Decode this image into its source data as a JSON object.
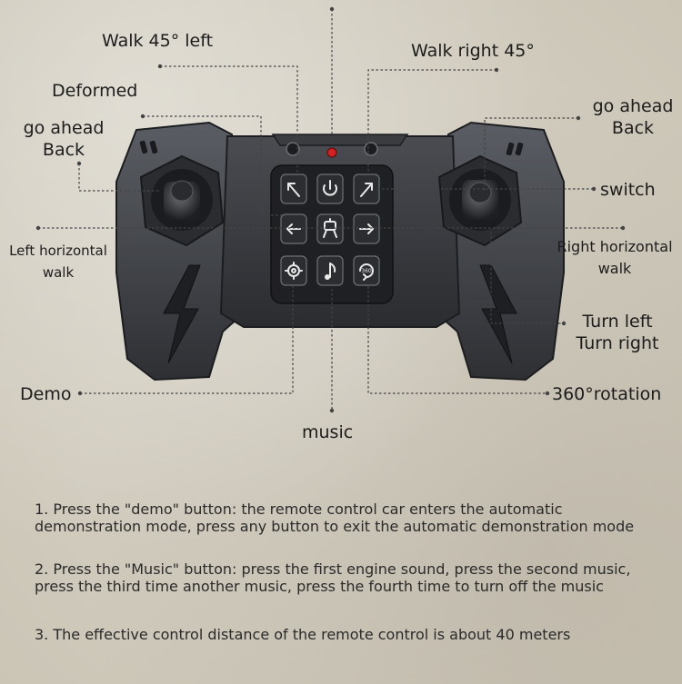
{
  "labels": {
    "walk_45_left": "Walk 45° left",
    "walk_right_45": "Walk right 45°",
    "deformed": "Deformed",
    "left_go_ahead": "go ahead",
    "left_back": "Back",
    "right_go_ahead": "go ahead",
    "right_back": "Back",
    "switch": "switch",
    "left_horizontal_1": "Left horizontal",
    "left_horizontal_2": "walk",
    "right_horizontal_1": "Right horizontal",
    "right_horizontal_2": "walk",
    "turn_left": "Turn left",
    "turn_right": "Turn right",
    "demo": "Demo",
    "rotation_360": "360°rotation",
    "music": "music"
  },
  "button_icons": [
    "arrow-up-left-icon",
    "power-icon",
    "arrow-up-right-icon",
    "arrow-left-icon",
    "robot-deform-icon",
    "arrow-right-icon",
    "demo-gear-icon",
    "music-note-icon",
    "rotate-360-icon"
  ],
  "button_badges": {
    "rotate": "360"
  },
  "colors": {
    "indicator_led": "#d42020",
    "controller_body": "#3a3c40",
    "button": "#2b2d30"
  },
  "notes": [
    "1. Press the \"demo\" button: the remote control car enters the automatic\ndemonstration mode, press any button to exit the automatic demonstration mode",
    "2. Press the \"Music\" button: press the first engine sound, press the second music,\npress the third time another music, press the fourth time to turn off the music",
    "3. The effective control distance of the remote control is about 40 meters"
  ]
}
